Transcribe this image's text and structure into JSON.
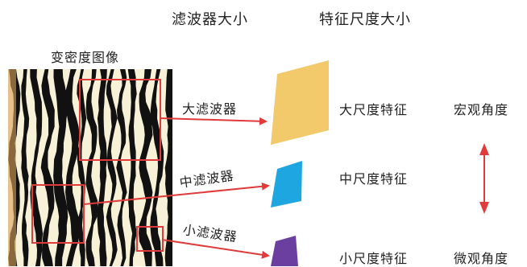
{
  "headers": {
    "filter_size": "滤波器大小",
    "feature_scale": "特征尺度大小"
  },
  "image_label": "变密度图像",
  "filters": {
    "large": "大滤波器",
    "medium": "中滤波器",
    "small": "小滤波器"
  },
  "features": {
    "large": "大尺度特征",
    "medium": "中尺度特征",
    "small": "小尺度特征"
  },
  "views": {
    "macro": "宏观角度",
    "micro": "微观角度"
  },
  "colors": {
    "large_feature": "#f2c96b",
    "medium_feature": "#1ea6e0",
    "small_feature": "#6b3fa0",
    "arrow": "#e03a3a",
    "stripe_dark": "#111111",
    "stripe_light": "#f7f1d8"
  }
}
